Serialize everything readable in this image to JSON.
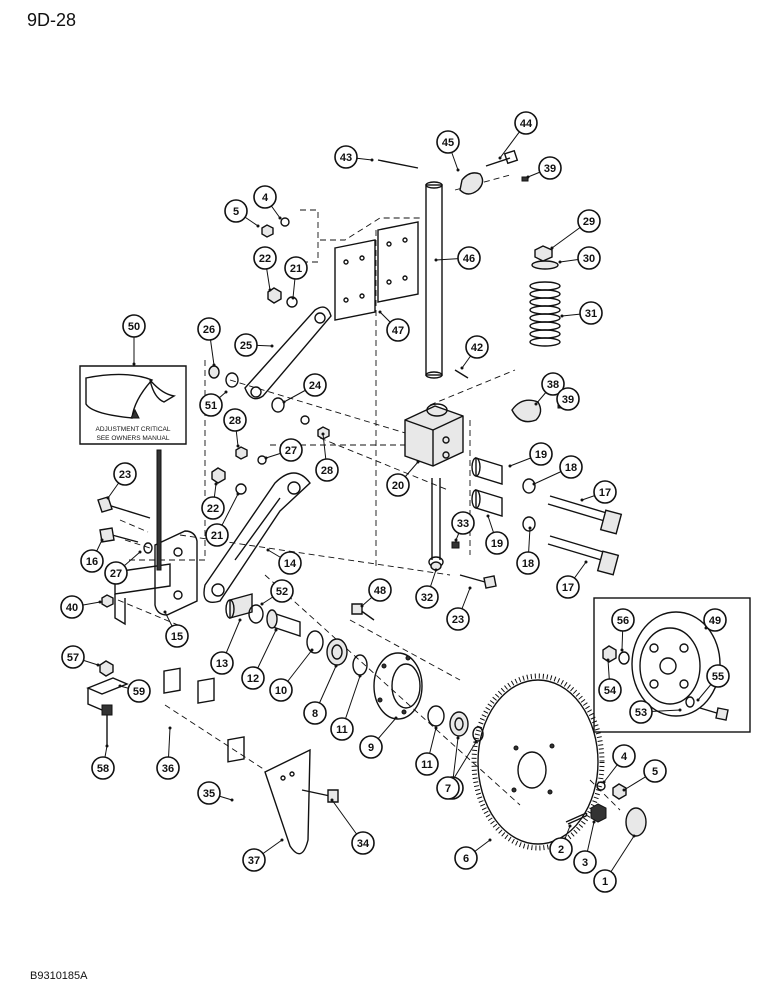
{
  "page": {
    "number": "9D-28",
    "figure_code": "B9310185A"
  },
  "decal": {
    "line1": "ADJUSTMENT CRITICAL",
    "line2": "SEE OWNERS MANUAL"
  },
  "callouts": [
    {
      "n": "43"
    },
    {
      "n": "45"
    },
    {
      "n": "44"
    },
    {
      "n": "39"
    },
    {
      "n": "4"
    },
    {
      "n": "5"
    },
    {
      "n": "29"
    },
    {
      "n": "46"
    },
    {
      "n": "30"
    },
    {
      "n": "22"
    },
    {
      "n": "21"
    },
    {
      "n": "31"
    },
    {
      "n": "47"
    },
    {
      "n": "50"
    },
    {
      "n": "26"
    },
    {
      "n": "25"
    },
    {
      "n": "42"
    },
    {
      "n": "24"
    },
    {
      "n": "38"
    },
    {
      "n": "51"
    },
    {
      "n": "39"
    },
    {
      "n": "28"
    },
    {
      "n": "27"
    },
    {
      "n": "28"
    },
    {
      "n": "19"
    },
    {
      "n": "18"
    },
    {
      "n": "20"
    },
    {
      "n": "23"
    },
    {
      "n": "22"
    },
    {
      "n": "21"
    },
    {
      "n": "17"
    },
    {
      "n": "33"
    },
    {
      "n": "19"
    },
    {
      "n": "18"
    },
    {
      "n": "16"
    },
    {
      "n": "27"
    },
    {
      "n": "14"
    },
    {
      "n": "17"
    },
    {
      "n": "32"
    },
    {
      "n": "23"
    },
    {
      "n": "48"
    },
    {
      "n": "52"
    },
    {
      "n": "40"
    },
    {
      "n": "15"
    },
    {
      "n": "56"
    },
    {
      "n": "49"
    },
    {
      "n": "13"
    },
    {
      "n": "57"
    },
    {
      "n": "12"
    },
    {
      "n": "10"
    },
    {
      "n": "55"
    },
    {
      "n": "54"
    },
    {
      "n": "59"
    },
    {
      "n": "8"
    },
    {
      "n": "53"
    },
    {
      "n": "11"
    },
    {
      "n": "9"
    },
    {
      "n": "11"
    },
    {
      "n": "58"
    },
    {
      "n": "36"
    },
    {
      "n": "8"
    },
    {
      "n": "4"
    },
    {
      "n": "5"
    },
    {
      "n": "7"
    },
    {
      "n": "35"
    },
    {
      "n": "34"
    },
    {
      "n": "37"
    },
    {
      "n": "2"
    },
    {
      "n": "3"
    },
    {
      "n": "6"
    },
    {
      "n": "1"
    }
  ]
}
